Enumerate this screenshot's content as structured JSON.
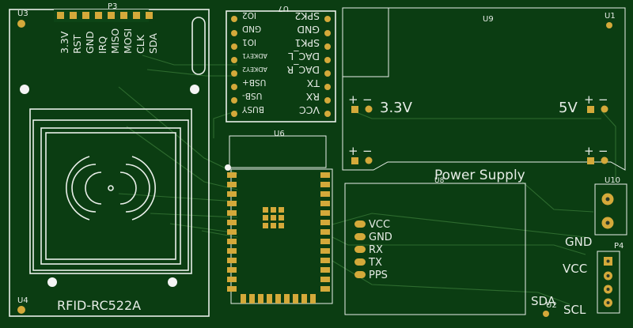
{
  "colors": {
    "board": "#0b3d12",
    "board_light": "#10501a",
    "silkscreen": "#e9efe9",
    "pad": "#d4a93a",
    "trace": "#2e6b2f"
  },
  "designators": {
    "u3": "U3",
    "p3": "P3",
    "u4": "U4",
    "u9": "U9",
    "u1": "U1",
    "u7": "U7",
    "u6": "U6",
    "u8": "U8",
    "u10": "U10",
    "p4": "P4",
    "u2": "U2"
  },
  "rfid": {
    "title": "RFID-RC522A",
    "pins": [
      "3.3V",
      "RST",
      "GND",
      "IRQ",
      "MISO",
      "MOSI",
      "CLK",
      "SDA"
    ]
  },
  "mp3": {
    "left_pins": [
      "IO2",
      "GND",
      "IO1",
      "ADKEY1",
      "ADKEY2",
      "USB+",
      "USB-",
      "BUSY"
    ],
    "right_pins": [
      "SPK2",
      "GND",
      "SPK1",
      "DAC_L",
      "DAC_R",
      "TX",
      "RX",
      "VCC"
    ]
  },
  "power": {
    "title": "Power Supply",
    "v33_label": "3.3V",
    "v5_label": "5V",
    "plus": "+",
    "minus": "−"
  },
  "gps": {
    "pins": [
      "VCC",
      "GND",
      "RX",
      "TX",
      "PPS"
    ]
  },
  "i2c": {
    "gnd": "GND",
    "vcc": "VCC",
    "sda": "SDA",
    "scl": "SCL"
  }
}
